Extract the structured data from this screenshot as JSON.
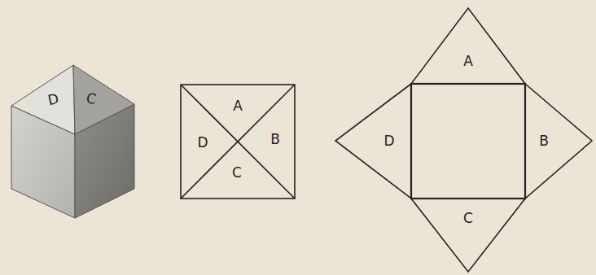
{
  "diagram": {
    "labels": [
      "D",
      "C",
      "A",
      "D",
      "B",
      "C",
      "A",
      "D",
      "B",
      "C"
    ]
  }
}
